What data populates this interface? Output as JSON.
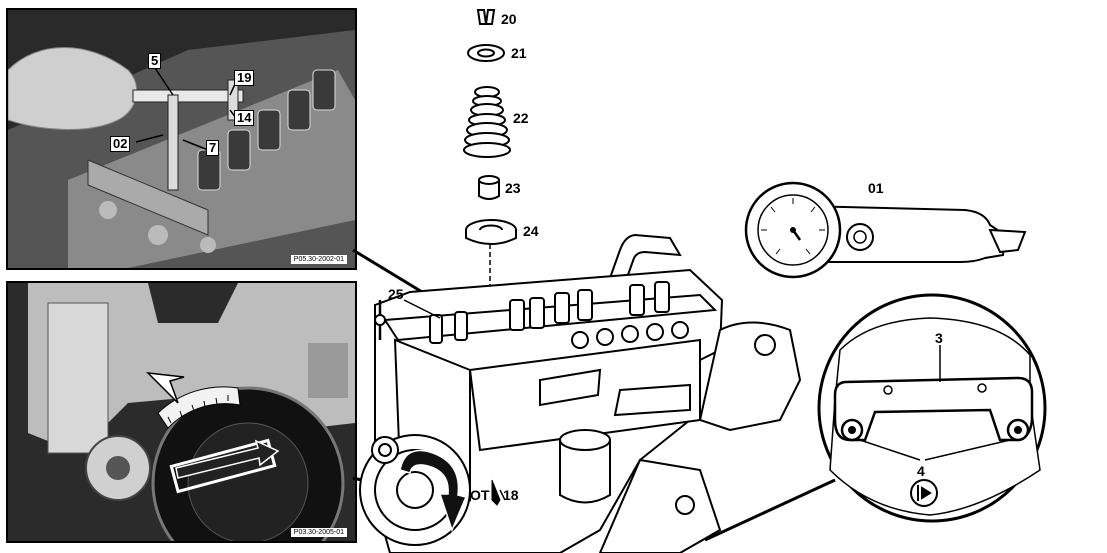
{
  "upper_photo": {
    "labels": {
      "l5": "5",
      "l19": "19",
      "l14": "14",
      "l02": "02",
      "l7": "7"
    },
    "photo_id": "P05.30-2002-01"
  },
  "lower_photo": {
    "photo_id": "P03.30-2005-01"
  },
  "callouts": {
    "c20": "20",
    "c21": "21",
    "c22": "22",
    "c23": "23",
    "c24": "24",
    "c01": "01",
    "c25": "25",
    "c3": "3",
    "c4": "4",
    "c18": "18",
    "ot": "OT"
  },
  "colors": {
    "ink": "#000000",
    "paper": "#ffffff",
    "photo_dark": "#1c1c1c"
  }
}
